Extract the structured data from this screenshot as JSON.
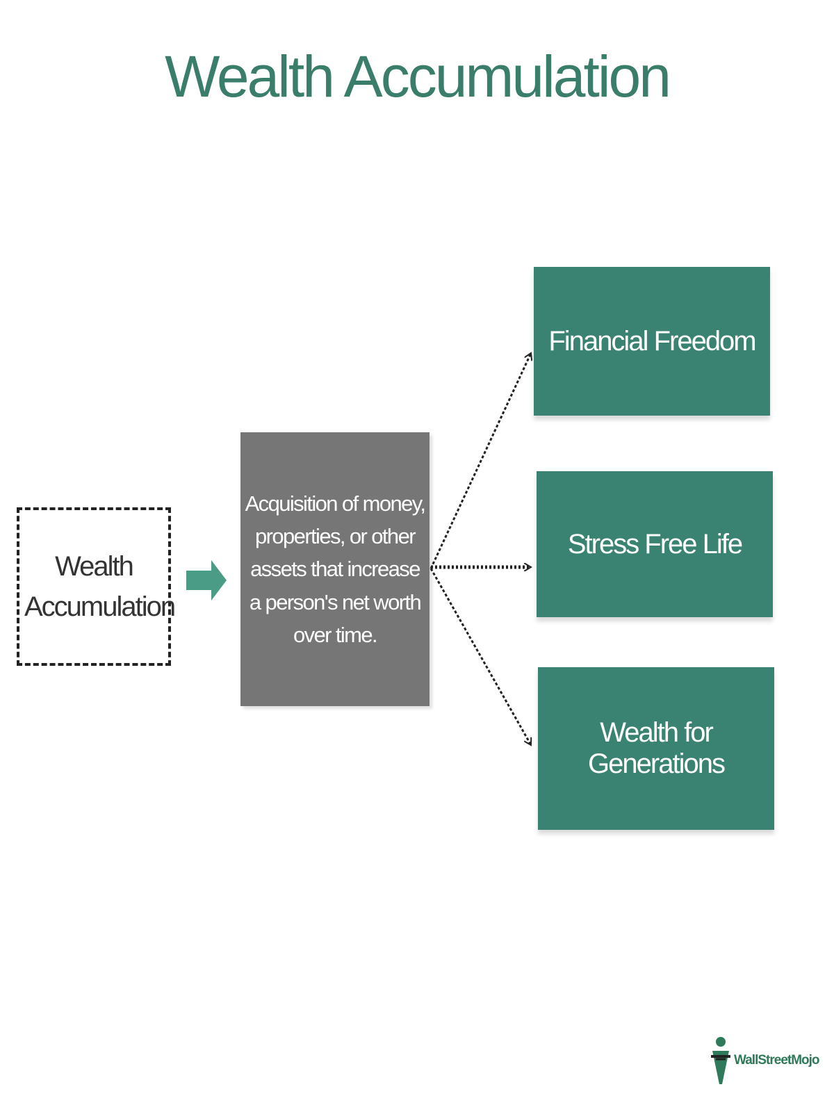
{
  "title": "Wealth Accumulation",
  "source": {
    "label": "Wealth Accumulation"
  },
  "definition": "Acquisition of money, properties, or other assets that increase a person's net worth over time.",
  "outcomes": [
    {
      "label": "Financial Freedom"
    },
    {
      "label": "Stress Free Life"
    },
    {
      "label": "Wealth for Generations"
    }
  ],
  "logo": {
    "text": "WallStreetMojo"
  },
  "colors": {
    "title": "#3a7d6b",
    "outcome_fill": "#3a8372",
    "definition_fill": "#767676",
    "block_arrow": "#4a9c87"
  }
}
